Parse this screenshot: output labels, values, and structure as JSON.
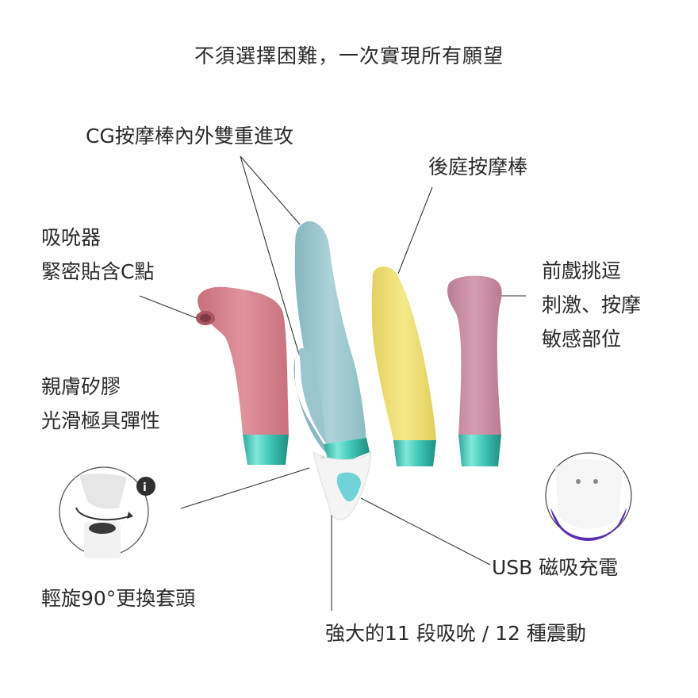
{
  "headline": "不須選擇困難，一次實現所有願望",
  "labels": {
    "cg": "CG按摩棒內外雙重進攻",
    "anal": "後庭按摩棒",
    "suction": [
      "吸吮器",
      "緊密貼含C點"
    ],
    "foreplay": [
      "前戲挑逗",
      "刺激、按摩",
      "敏感部位"
    ],
    "silicone": [
      "親膚矽膠",
      "光滑極具彈性"
    ],
    "rotate": "輕旋90°更換套頭",
    "usb": "USB 磁吸充電",
    "modes": "強大的11 段吸吮 / 12 種震動"
  },
  "colors": {
    "pink": "#d9848f",
    "blue": "#9fc9d0",
    "yellow": "#efe07a",
    "mauve": "#c98fa6",
    "teal_metal": "#4fd3c4",
    "purple": "#6a3fb0"
  },
  "icons": [
    "info-icon",
    "rotate-arrow-icon",
    "satisfyer-logo-icon"
  ]
}
